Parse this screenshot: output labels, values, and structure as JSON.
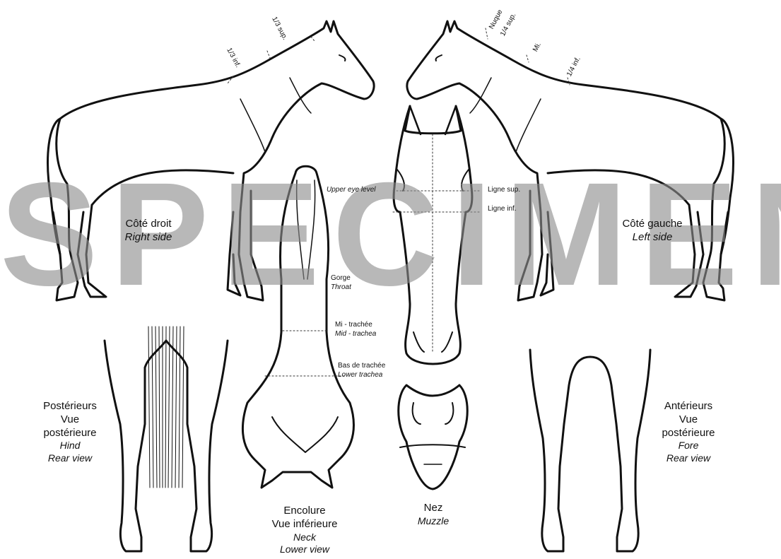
{
  "watermark": "SPECIMEN",
  "side_views": {
    "right": {
      "fr": "Côté droit",
      "en": "Right side"
    },
    "left": {
      "fr": "Côté gauche",
      "en": "Left side"
    }
  },
  "neck_markers_right": {
    "upper_third": "1/3 sup.",
    "lower_third": "1/3 inf."
  },
  "neck_markers_left": {
    "poll": "Nuque",
    "upper_quarter": "1/4 sup.",
    "mid": "Mi.",
    "lower_quarter": "1/4 inf."
  },
  "head_front": {
    "upper_eye_level": "Upper eye level",
    "upper_line": "Ligne sup.",
    "lower_line": "Ligne inf."
  },
  "neck_lower": {
    "throat": {
      "fr": "Gorge",
      "en": "Throat"
    },
    "mid_trachea": {
      "fr": "Mi - trachée",
      "en": "Mid - trachea"
    },
    "lower_trachea": {
      "fr": "Bas de trachée",
      "en": "Lower trachea"
    },
    "title": {
      "fr1": "Encolure",
      "fr2": "Vue inférieure",
      "en1": "Neck",
      "en2": "Lower view"
    }
  },
  "muzzle": {
    "fr": "Nez",
    "en": "Muzzle"
  },
  "hind": {
    "fr1": "Postérieurs",
    "fr2": "Vue",
    "fr3": "postérieure",
    "en1": "Hind",
    "en2": "Rear view"
  },
  "fore": {
    "fr1": "Antérieurs",
    "fr2": "Vue",
    "fr3": "postérieure",
    "en1": "Fore",
    "en2": "Rear view"
  },
  "colors": {
    "line": "#111111",
    "watermark": "#8c8c8c"
  }
}
